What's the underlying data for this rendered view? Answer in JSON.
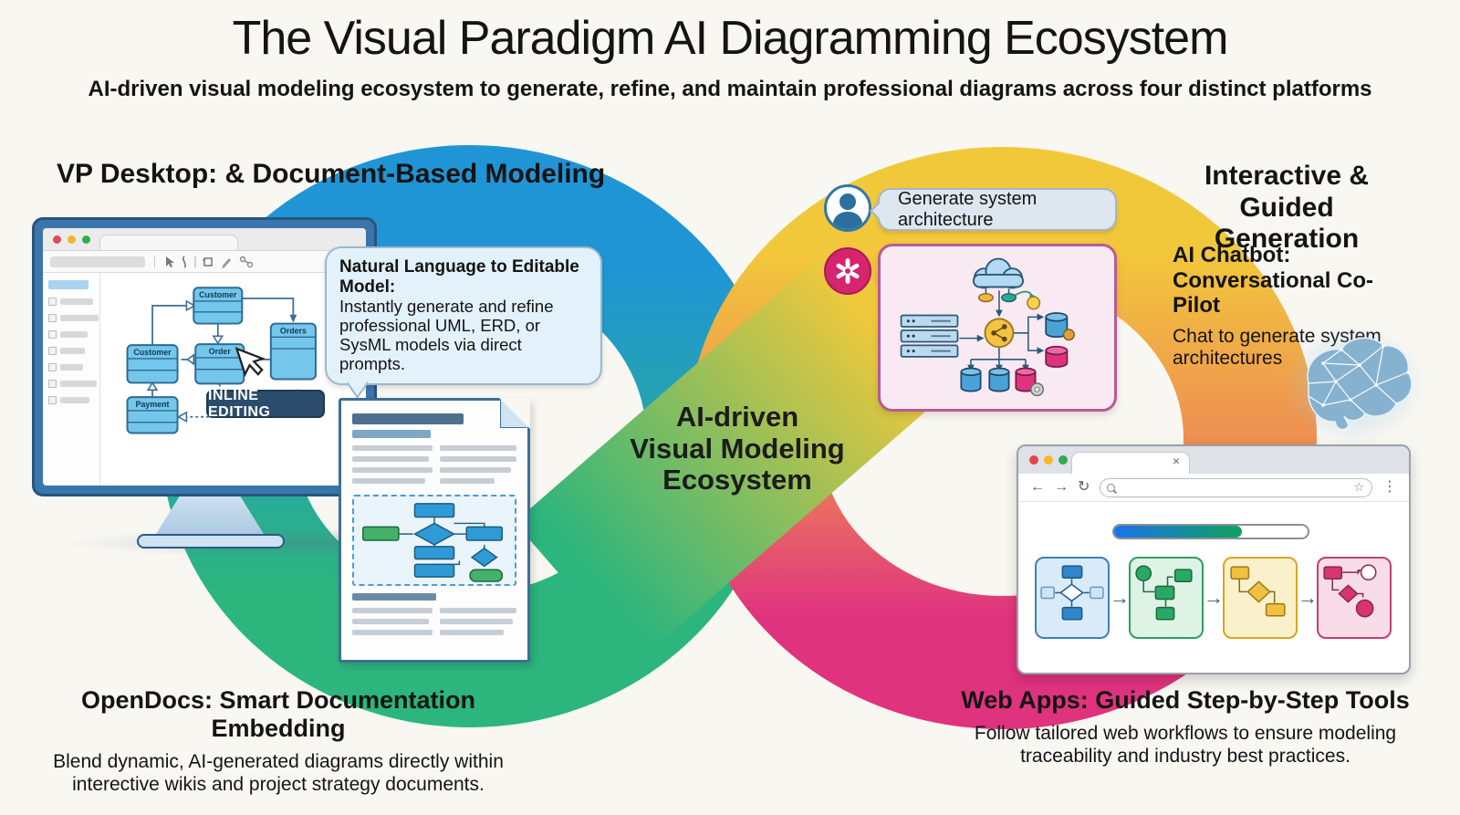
{
  "header": {
    "title": "The Visual Paradigm AI Diagramming Ecosystem",
    "subtitle": "AI-driven visual modeling ecosystem to generate, refine, and maintain professional diagrams across four distinct platforms"
  },
  "center": {
    "lines": [
      "AI-driven",
      "Visual Modeling",
      "Ecosystem"
    ]
  },
  "desktop": {
    "heading": "VP Desktop: & Document-Based Modeling",
    "callout": {
      "title": "Natural Language to Editable Model:",
      "body": "Instantly generate and refine professional UML, ERD, or SysML models via direct prompts."
    },
    "badge": "INLINE EDITING",
    "uml_classes": [
      "Customer",
      "Orders",
      "Customer",
      "Order",
      "Payment"
    ]
  },
  "chatbot": {
    "heading_line1": "Interactive & Guided",
    "heading_line2": "Generation",
    "subheading_line1": "AI Chatbot:",
    "subheading_line2": "Conversational Co-Pilot",
    "body": "Chat to generate system architectures",
    "message": "Generate system architecture"
  },
  "opendocs": {
    "heading": "OpenDocs: Smart Documentation Embedding",
    "body": "Blend dynamic, AI-generated diagrams directly within interective wikis and project strategy documents."
  },
  "webapps": {
    "heading": "Web Apps: Guided Step-by-Step Tools",
    "body": "Follow tailored web workflows to ensure modeling traceability and industry best practices."
  },
  "glyphs": {
    "close": "×",
    "back": "←",
    "forward": "→",
    "reload": "↻",
    "star": "☆",
    "kebab": "⋮",
    "flow_arrow": "→"
  },
  "colors": {
    "ribbon_blue": "#2095d6",
    "ribbon_green": "#2cb57d",
    "ribbon_yellow": "#f2c83b",
    "ribbon_orange": "#ee8f52",
    "ribbon_pink": "#e0337e",
    "callout_bg": "#e2f1fa",
    "badge_navy": "#2b4d6b",
    "panel_pink": "#f9e9f3",
    "openai_magenta": "#d6246e",
    "progress_start": "#1a73e8",
    "progress_end": "#12a05f"
  }
}
